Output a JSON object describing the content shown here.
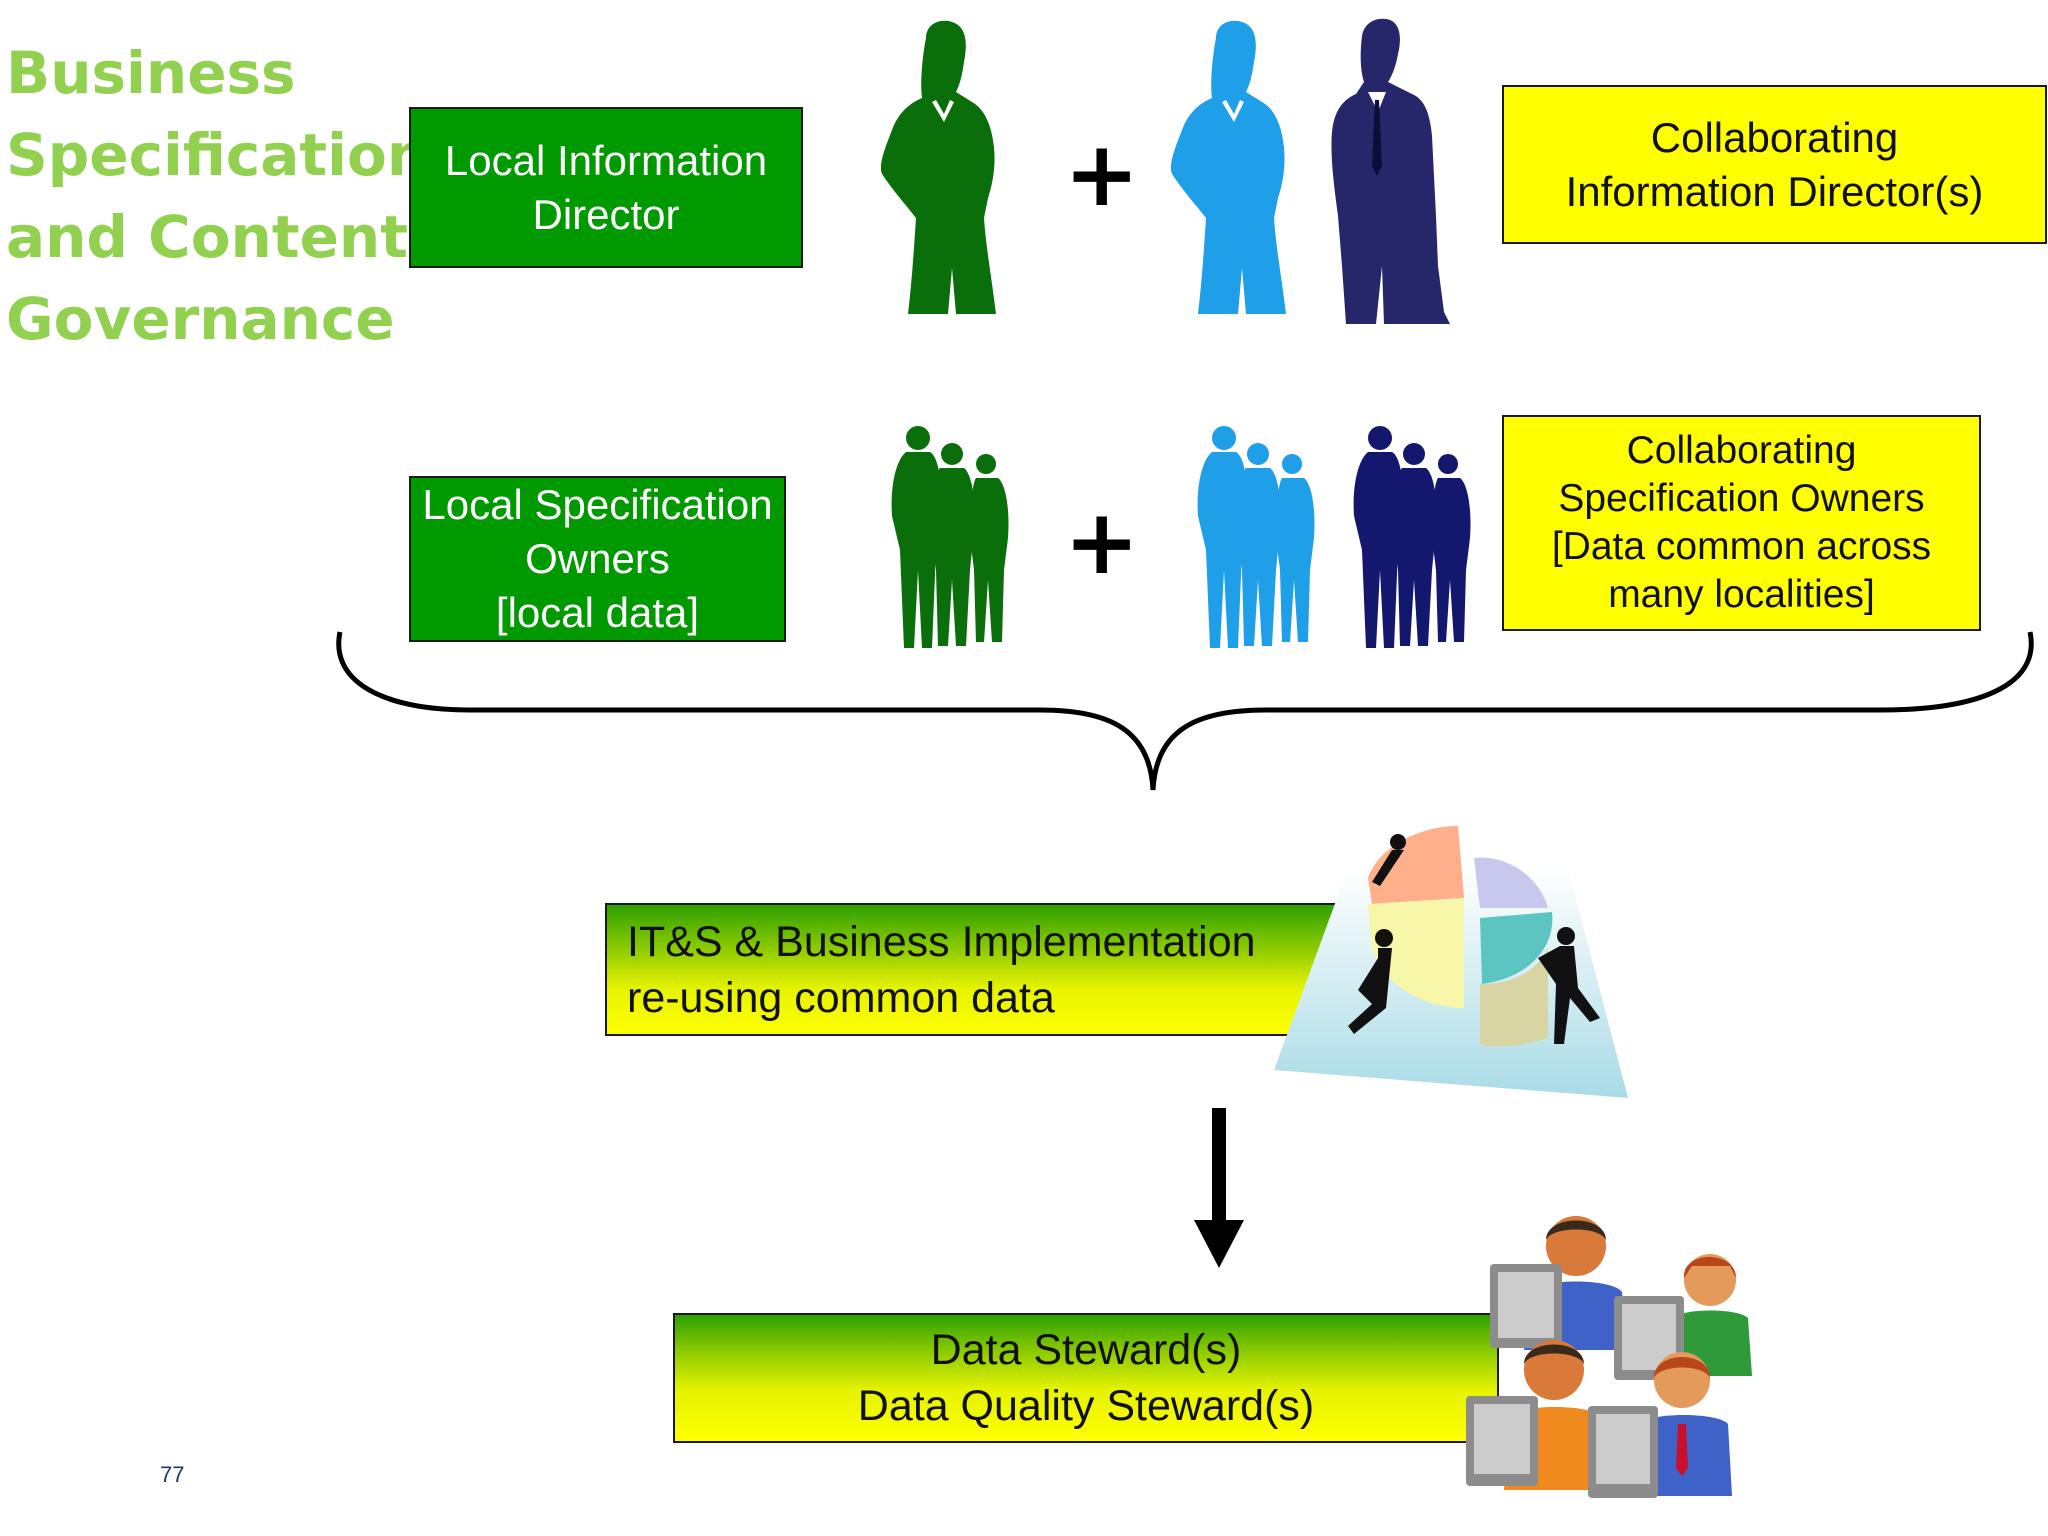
{
  "title": {
    "lines": [
      "Business",
      "Specification",
      "and Content",
      "Governance"
    ]
  },
  "row1": {
    "local_box": [
      "Local Information",
      "Director"
    ],
    "collab_box": [
      "Collaborating",
      "Information Director(s)"
    ],
    "plus": "+"
  },
  "row2": {
    "local_box": [
      "Local Specification",
      "Owners",
      "[local data]"
    ],
    "collab_box": [
      "Collaborating",
      "Specification Owners",
      "[Data common across",
      "many localities]"
    ],
    "plus": "+"
  },
  "implementation_box": [
    "IT&S & Business Implementation",
    "re-using common data"
  ],
  "steward_box": [
    "Data Steward(s)",
    "Data Quality Steward(s)"
  ],
  "page_number": "77",
  "icons": {
    "local_director": "businesswoman-silhouette-icon",
    "collab_directors": "business-pair-silhouette-icon",
    "local_owners": "business-group-icon",
    "collab_owners": "business-group-icon",
    "implementation": "people-pushing-pie-chart-icon",
    "stewards": "people-at-computers-icon"
  },
  "colors": {
    "title": "#92d050",
    "green_box": "#009900",
    "yellow_box": "#ffff00",
    "dark_green": "#0a6e0a",
    "light_blue": "#1e9fe8",
    "navy": "#26276a"
  }
}
